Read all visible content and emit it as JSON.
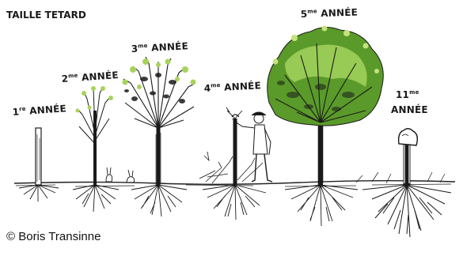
{
  "title": "TAILLE TETARD",
  "stages": [
    {
      "num": "1",
      "sup": "re",
      "word": "ANNÉE"
    },
    {
      "num": "2",
      "sup": "me",
      "word": "ANNÉE"
    },
    {
      "num": "3",
      "sup": "me",
      "word": "ANNÉE"
    },
    {
      "num": "4",
      "sup": "me",
      "word": "ANNÉE"
    },
    {
      "num": "5",
      "sup": "me",
      "word": "ANNÉE"
    },
    {
      "num": "11",
      "sup": "me",
      "word": "ANNÉE"
    }
  ],
  "credit": "© Boris Transinne",
  "colors": {
    "ink": "#1a1a1a",
    "leaf_light": "#a7d35a",
    "leaf_dark": "#4f8f22",
    "ground": "#222222"
  }
}
